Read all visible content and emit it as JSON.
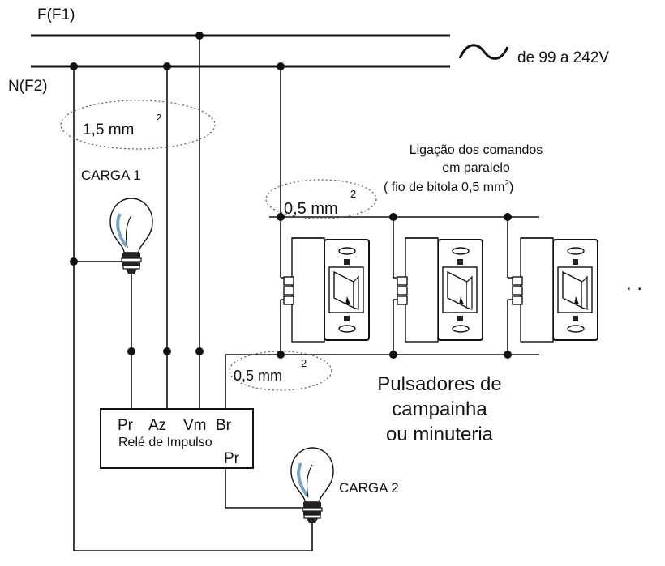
{
  "lines": {
    "phase_label": "F(F1)",
    "neutral_label": "N(F2)",
    "supply_label": "de 99 a 242V",
    "wire_gauge_main": "1,5 mm",
    "wire_gauge_cmd_top": "0,5 mm",
    "wire_gauge_cmd_bottom": "0,5 mm",
    "superscript": "2"
  },
  "loads": {
    "load1_label": "CARGA 1",
    "load2_label": "CARGA 2"
  },
  "relay": {
    "terminals": [
      "Pr",
      "Az",
      "Vm",
      "Br"
    ],
    "name": "Relé de Impulso",
    "output_terminal": "Pr"
  },
  "notes": {
    "parallel_line1": "Ligação dos comandos",
    "parallel_line2": "em paralelo",
    "parallel_line3": "( fio de bitola  0,5 mm",
    "parallel_sup": "2",
    "parallel_close": ")",
    "pushbuttons_line1": "Pulsadores de",
    "pushbuttons_line2": "campainha",
    "pushbuttons_line3": "ou minuteria",
    "continuation": ". ."
  }
}
